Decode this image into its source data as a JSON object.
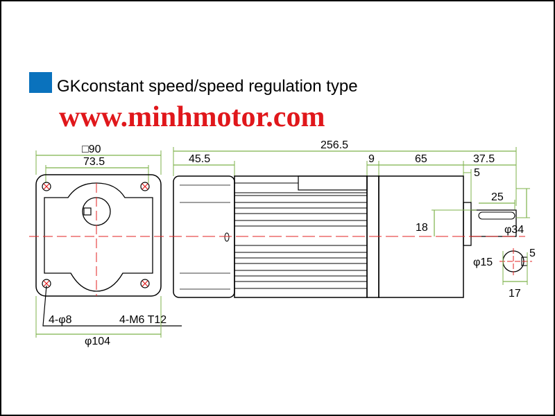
{
  "title": "GKconstant speed/speed regulation type",
  "website": "www.minhmotor.com",
  "colors": {
    "title_square": "#0a72bd",
    "website": "#e0171b",
    "dimension_lines": "#7db24a",
    "center_lines": "#e32222",
    "outline": "#000000"
  },
  "front_view": {
    "width_label": "□90",
    "hole_spacing_label": "73.5",
    "mount_hole_label": "4-φ8",
    "thread_label": "4-M6 T12",
    "bolt_circle_label": "φ104"
  },
  "side_view": {
    "overall_length_label": "256.5",
    "rear_cover_label": "45.5",
    "flange_label": "9",
    "gearbox_label": "65",
    "shaft_length_label": "37.5",
    "boss_label": "5",
    "key_length_label": "25",
    "shaft_height_label": "18",
    "boss_diameter_label": "φ34"
  },
  "shaft_section": {
    "shaft_diameter_label": "φ15",
    "key_width_label": "5",
    "key_height_label": "17"
  }
}
